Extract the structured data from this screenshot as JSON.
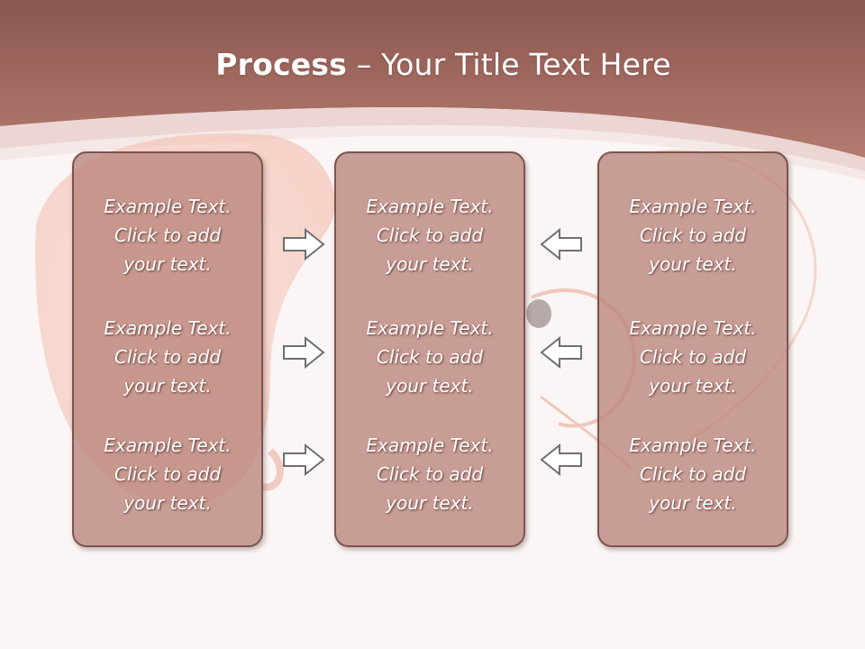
{
  "slide": {
    "title_bold": "Process",
    "title_sep": " – ",
    "title_rest": "Your Title Text Here"
  },
  "colors": {
    "header": "#a86c63",
    "panel": "#ba847a",
    "panel_border": "#7a5550",
    "background": "#fbf6f5",
    "text": "#ffffff"
  },
  "columns": [
    {
      "items": [
        {
          "line1": "Example Text.",
          "line2": "Click  to add",
          "line3": "your text."
        },
        {
          "line1": "Example Text.",
          "line2": "Click  to add",
          "line3": "your text."
        },
        {
          "line1": "Example Text.",
          "line2": "Click  to add",
          "line3": "your text."
        }
      ]
    },
    {
      "items": [
        {
          "line1": "Example Text.",
          "line2": "Click  to add",
          "line3": "your text."
        },
        {
          "line1": "Example Text.",
          "line2": "Click  to add",
          "line3": "your text."
        },
        {
          "line1": "Example Text.",
          "line2": "Click  to add",
          "line3": "your text."
        }
      ]
    },
    {
      "items": [
        {
          "line1": "Example Text.",
          "line2": "Click  to add",
          "line3": "your text."
        },
        {
          "line1": "Example Text.",
          "line2": "Click  to add",
          "line3": "your text."
        },
        {
          "line1": "Example Text.",
          "line2": "Click  to add",
          "line3": "your text."
        }
      ]
    }
  ],
  "arrows": {
    "left_group": "arrow-right-icon",
    "right_group": "arrow-left-icon"
  }
}
